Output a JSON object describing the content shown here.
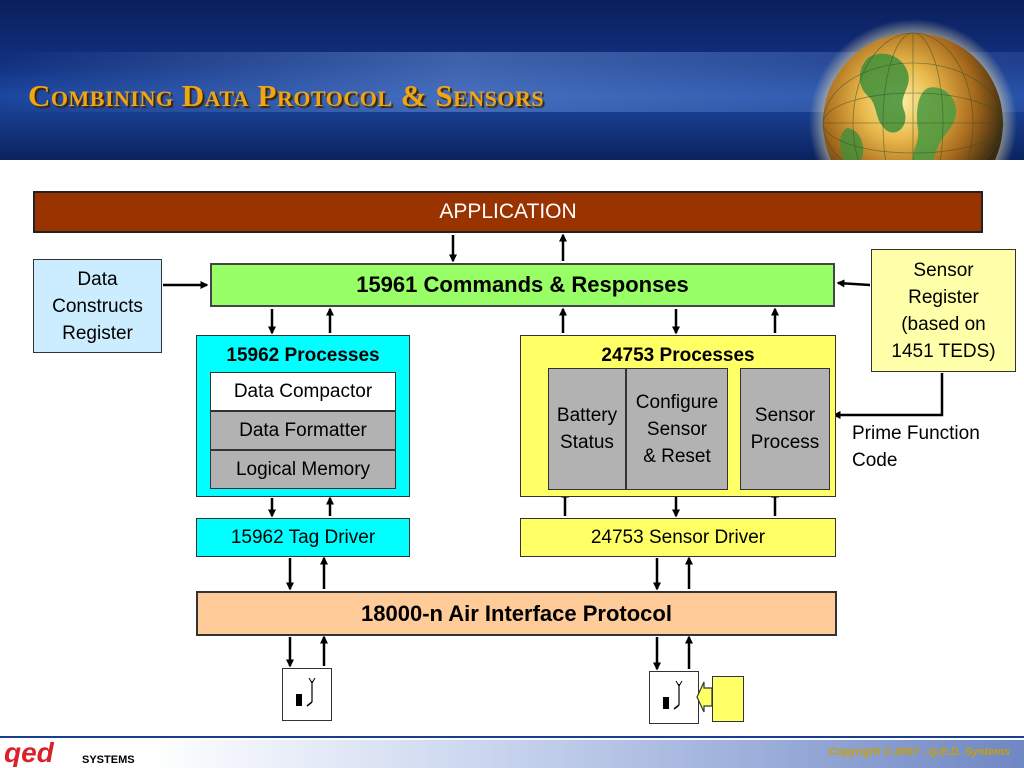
{
  "header": {
    "title": "Combining Data Protocol & Sensors"
  },
  "diagram": {
    "application": "APPLICATION",
    "commands": "15961 Commands & Responses",
    "data_constructs": [
      "Data",
      "Constructs",
      "Register"
    ],
    "sensor_register": [
      "Sensor",
      "Register",
      "(based on",
      "1451 TEDS)"
    ],
    "prime_function": [
      "Prime Function",
      "Code"
    ],
    "processes_15962": {
      "title": "15962 Processes",
      "items": [
        "Data Compactor",
        "Data Formatter",
        "Logical Memory"
      ]
    },
    "processes_24753": {
      "title": "24753 Processes",
      "battery": [
        "Battery",
        "Status"
      ],
      "configure": [
        "Configure",
        "Sensor",
        "& Reset"
      ],
      "sensor_process": [
        "Sensor",
        "Process"
      ]
    },
    "tag_driver": "15962 Tag Driver",
    "sensor_driver": "24753 Sensor Driver",
    "air_interface": "18000-n Air Interface Protocol"
  },
  "footer": {
    "logo_text": "qed",
    "systems": "SYSTEMS",
    "copyright": "Copyright © 2007 - Q.E.D. Systems"
  },
  "colors": {
    "title": "#f0a515",
    "application": "#993300",
    "commands": "#99ff66",
    "data_constructs": "#ccecff",
    "sensor_register": "#ffffaa",
    "processes_15962": "#00ffff",
    "processes_24753": "#ffff66",
    "sub_gray": "#b2b2b2",
    "air_interface": "#ffcc99",
    "logo": "#d8232a"
  }
}
